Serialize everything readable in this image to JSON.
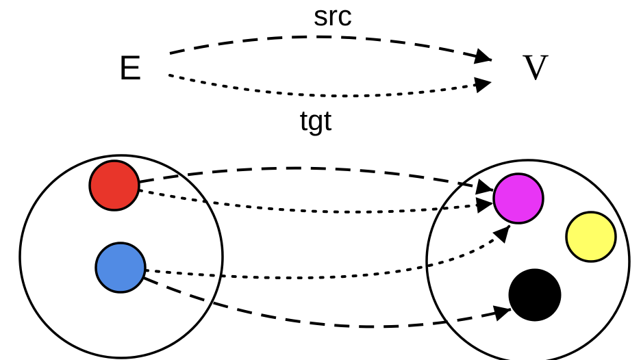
{
  "labels": {
    "edges_set": "E",
    "vertices_set": "V",
    "src": "src",
    "tgt": "tgt"
  },
  "legend": {
    "src_style": "dashed",
    "tgt_style": "dotted"
  },
  "edge_nodes": [
    {
      "id": "red",
      "color": "#E8352A"
    },
    {
      "id": "blue",
      "color": "#518BE4"
    }
  ],
  "vertex_nodes": [
    {
      "id": "magenta",
      "color": "#E835F5"
    },
    {
      "id": "yellow",
      "color": "#FFFF66"
    },
    {
      "id": "black",
      "color": "#000000"
    }
  ],
  "mappings": [
    {
      "from": "red",
      "to": "magenta",
      "kind": "src"
    },
    {
      "from": "red",
      "to": "magenta",
      "kind": "tgt"
    },
    {
      "from": "blue",
      "to": "magenta",
      "kind": "tgt"
    },
    {
      "from": "blue",
      "to": "black",
      "kind": "src"
    }
  ]
}
